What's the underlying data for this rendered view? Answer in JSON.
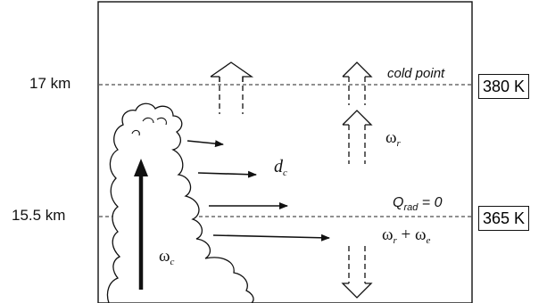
{
  "altitudes": {
    "upper": "17 km",
    "lower": "15.5 km"
  },
  "levels": {
    "cold_point": "cold point",
    "qrad_base": "Q",
    "qrad_sub": "rad",
    "qrad_eq": " = 0"
  },
  "temperatures": {
    "upper": "380 K",
    "lower": "365 K"
  },
  "symbols": {
    "omega_c_base": "ω",
    "omega_c_sub": "c",
    "omega_r_base": "ω",
    "omega_r_sub": "r",
    "d_c_base": "d",
    "d_c_sub": "c",
    "sum_omega_r_base": "ω",
    "sum_omega_r_sub": "r",
    "sum_plus": "+ ",
    "sum_omega_e_base": "ω",
    "sum_omega_e_sub": "e"
  }
}
